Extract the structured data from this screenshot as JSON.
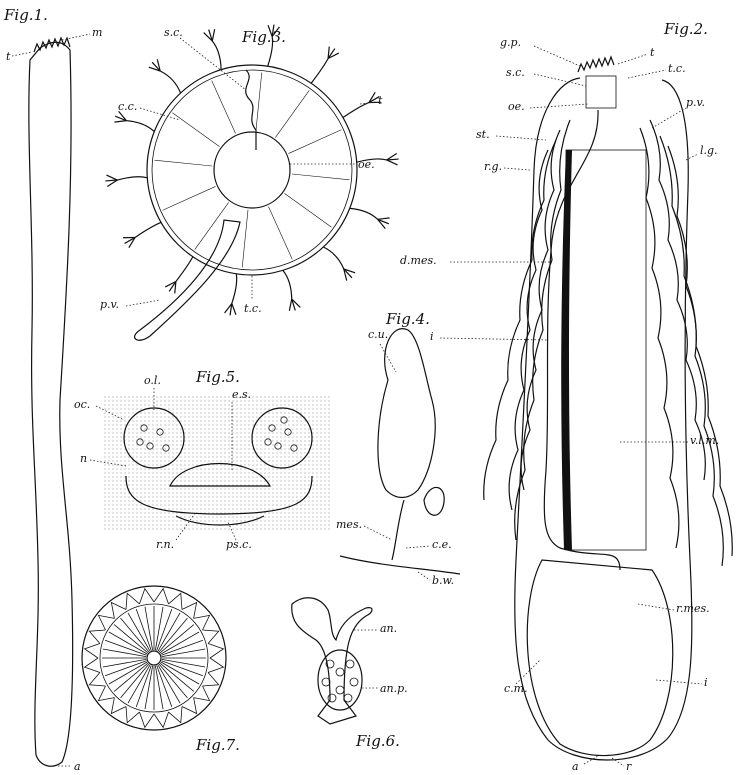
{
  "plate": {
    "figures": [
      {
        "id": "fig1",
        "title": "Fig.1.",
        "labels": [
          "m",
          "t",
          "a"
        ]
      },
      {
        "id": "fig2",
        "title": "Fig.2.",
        "labels": [
          "g.p.",
          "t",
          "s.c.",
          "t.c.",
          "oe.",
          "p.v.",
          "st.",
          "r.g.",
          "l.g.",
          "d.mes.",
          "i",
          "v.l.m.",
          "r.mes.",
          "c.m.",
          "i",
          "a",
          "r"
        ]
      },
      {
        "id": "fig3",
        "title": "Fig.3.",
        "labels": [
          "s.c.",
          "c.c.",
          "t",
          "oe.",
          "p.v.",
          "t.c."
        ]
      },
      {
        "id": "fig4",
        "title": "Fig.4.",
        "labels": [
          "c.u.",
          "mes.",
          "c.e.",
          "b.w."
        ]
      },
      {
        "id": "fig5",
        "title": "Fig.5.",
        "labels": [
          "o.l.",
          "e.s.",
          "oc.",
          "n",
          "r.n.",
          "ps.c."
        ]
      },
      {
        "id": "fig6",
        "title": "Fig.6.",
        "labels": [
          "an.",
          "an.p."
        ]
      },
      {
        "id": "fig7",
        "title": "Fig.7.",
        "labels": []
      }
    ]
  }
}
